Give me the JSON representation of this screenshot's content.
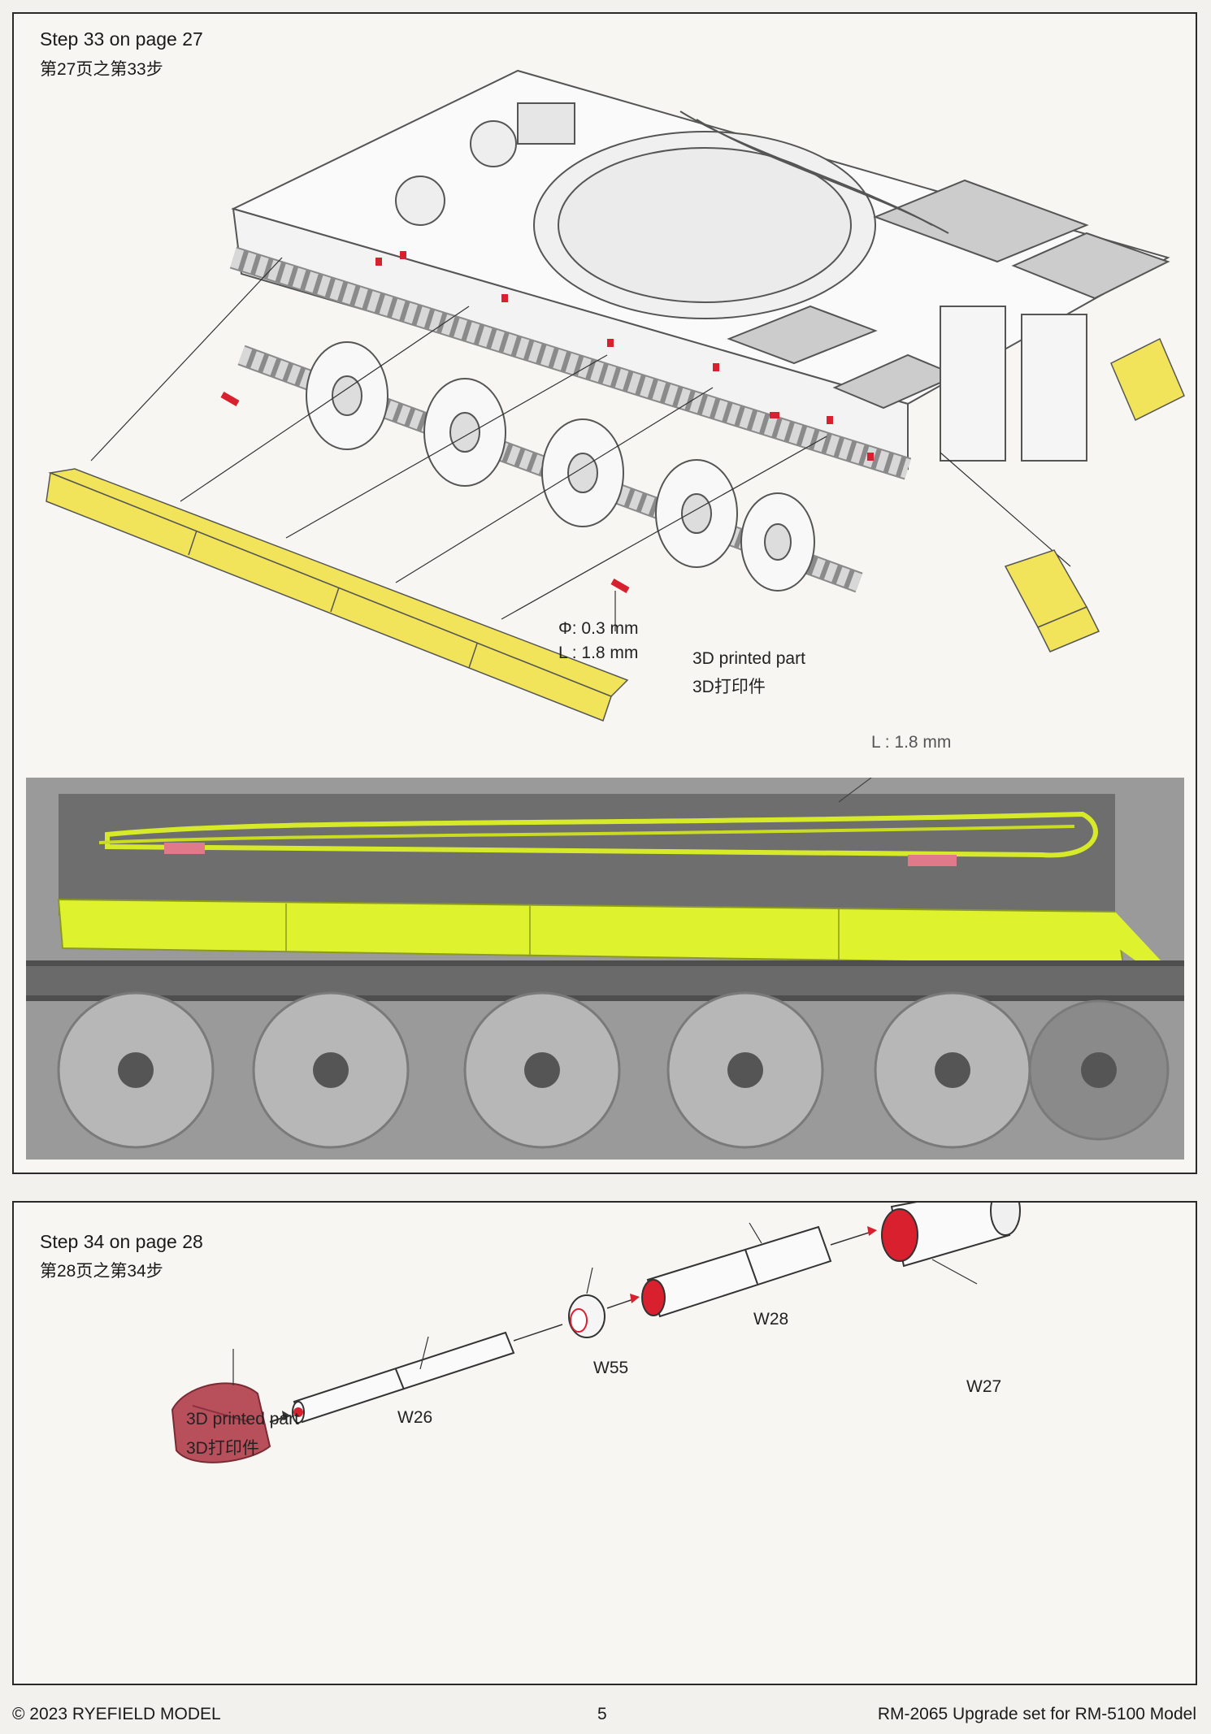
{
  "step33": {
    "title": "Step 33 on page 27",
    "subtitle": "第27页之第33步",
    "dim_diameter": "Φ: 0.3 mm",
    "dim_length": "L : 1.8 mm",
    "part_label_en": "3D printed part",
    "part_label_cn": "3D打印件",
    "photo_length": "L : 1.8 mm"
  },
  "step34": {
    "title": "Step 34 on page 28",
    "subtitle": "第28页之第34步",
    "part_label_en": "3D printed part",
    "part_label_cn": "3D打印件",
    "parts": [
      "W26",
      "W55",
      "W28",
      "W27"
    ]
  },
  "footer": {
    "copyright": "© 2023 RYEFIELD MODEL",
    "page_number": "5",
    "product": "RM-2065 Upgrade set for RM-5100 Model"
  },
  "colors": {
    "highlight_yellow": "#f1e45a",
    "photo_green": "#dff22e",
    "part_red": "#d8202e",
    "printed_part": "#b8505c"
  }
}
